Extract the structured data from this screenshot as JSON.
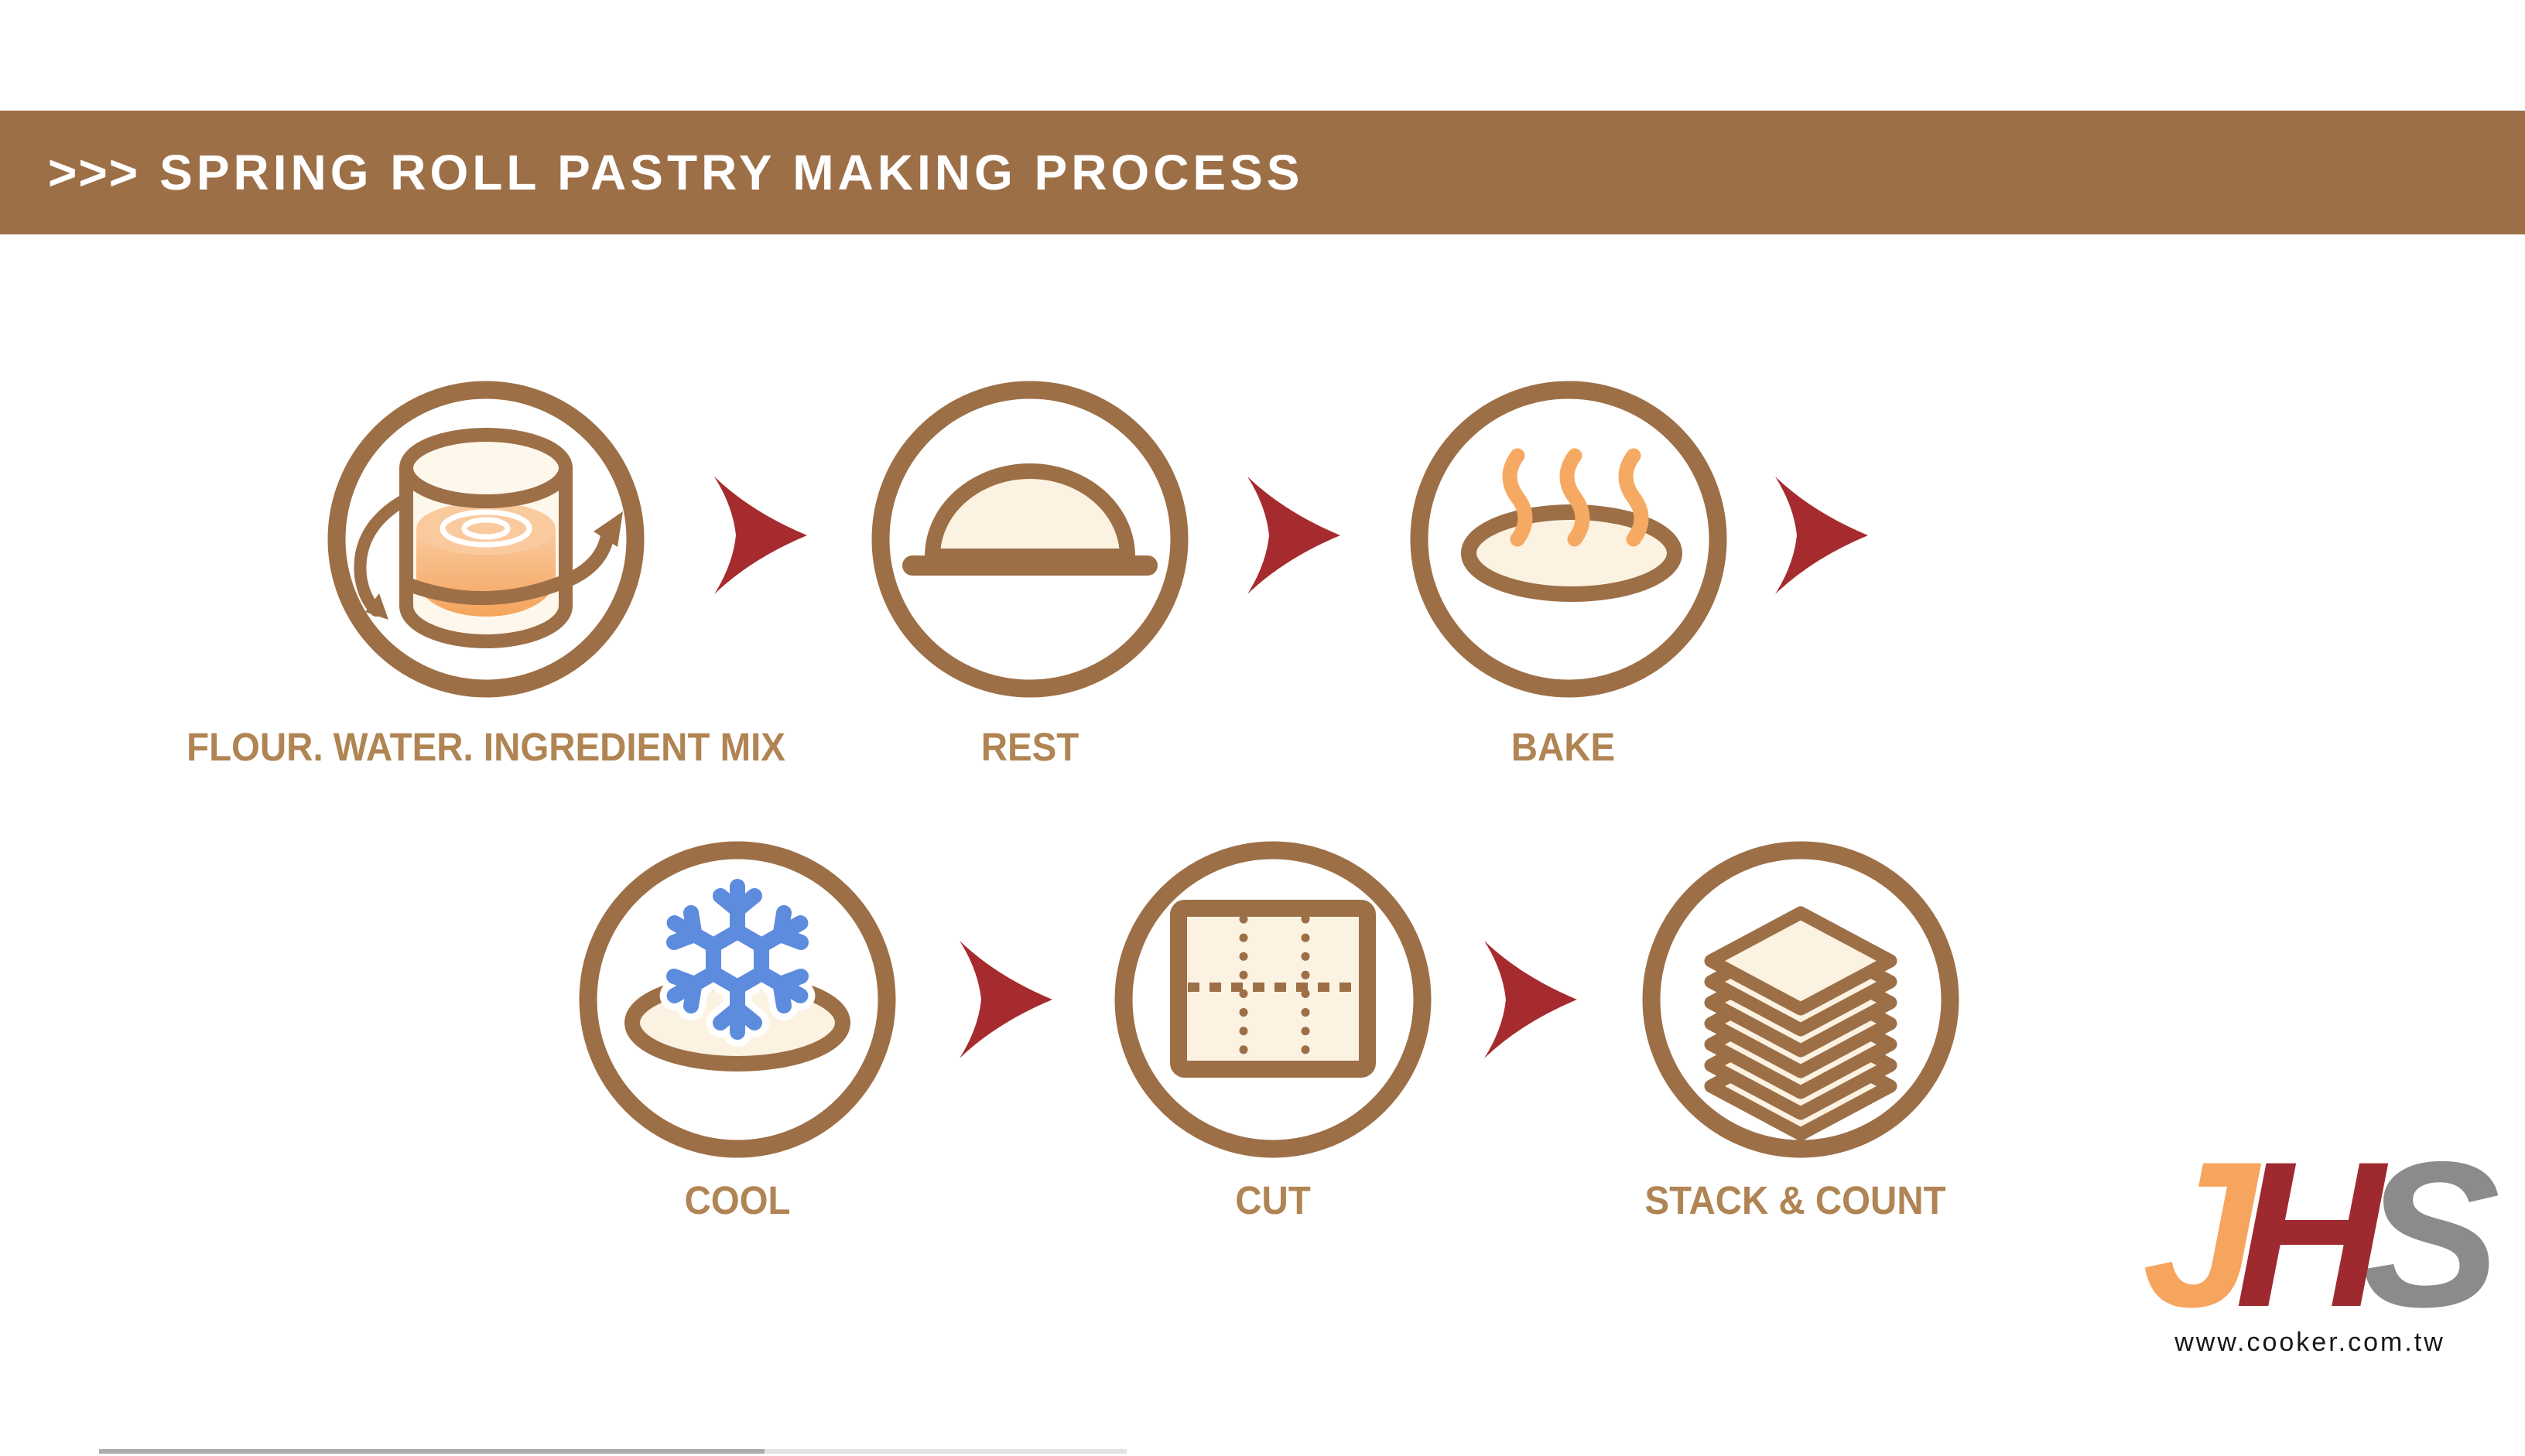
{
  "header": {
    "chevrons": ">>>",
    "title": "SPRING ROLL PASTRY MAKING PROCESS"
  },
  "process": {
    "steps": [
      {
        "id": "mix",
        "label": "FLOUR. WATER. INGREDIENT MIX",
        "icon": "mixing-bowl-icon"
      },
      {
        "id": "rest",
        "label": "REST",
        "icon": "dough-dome-icon"
      },
      {
        "id": "bake",
        "label": "BAKE",
        "icon": "steaming-pastry-icon"
      },
      {
        "id": "cool",
        "label": "COOL",
        "icon": "snowflake-pastry-icon"
      },
      {
        "id": "cut",
        "label": "CUT",
        "icon": "cutting-grid-icon"
      },
      {
        "id": "stack",
        "label": "STACK & COUNT",
        "icon": "stacked-sheets-icon"
      }
    ]
  },
  "branding": {
    "logo_letters": [
      {
        "char": "J",
        "color": "#F6A55F"
      },
      {
        "char": "H",
        "color": "#9E2A30"
      },
      {
        "char": "S",
        "color": "#8B8B8D"
      }
    ],
    "website": "www.cooker.com.tw"
  },
  "theme": {
    "brown": "#9D6F47",
    "label_brown": "#B08453",
    "cream": "#FBF2E2",
    "cream_light": "#FEF7EC",
    "arrow_red": "#A62B2E",
    "liquid_light": "#FACA9F",
    "liquid_dark": "#F5A45D",
    "steam_orange": "#F6A963",
    "snow_blue": "#5D8CDE",
    "logo_orange": "#F6A55F",
    "logo_red": "#9E2A30",
    "logo_gray": "#8B8B8D",
    "line_dark": "#ACACAC",
    "line_light": "#E3E3E3"
  }
}
